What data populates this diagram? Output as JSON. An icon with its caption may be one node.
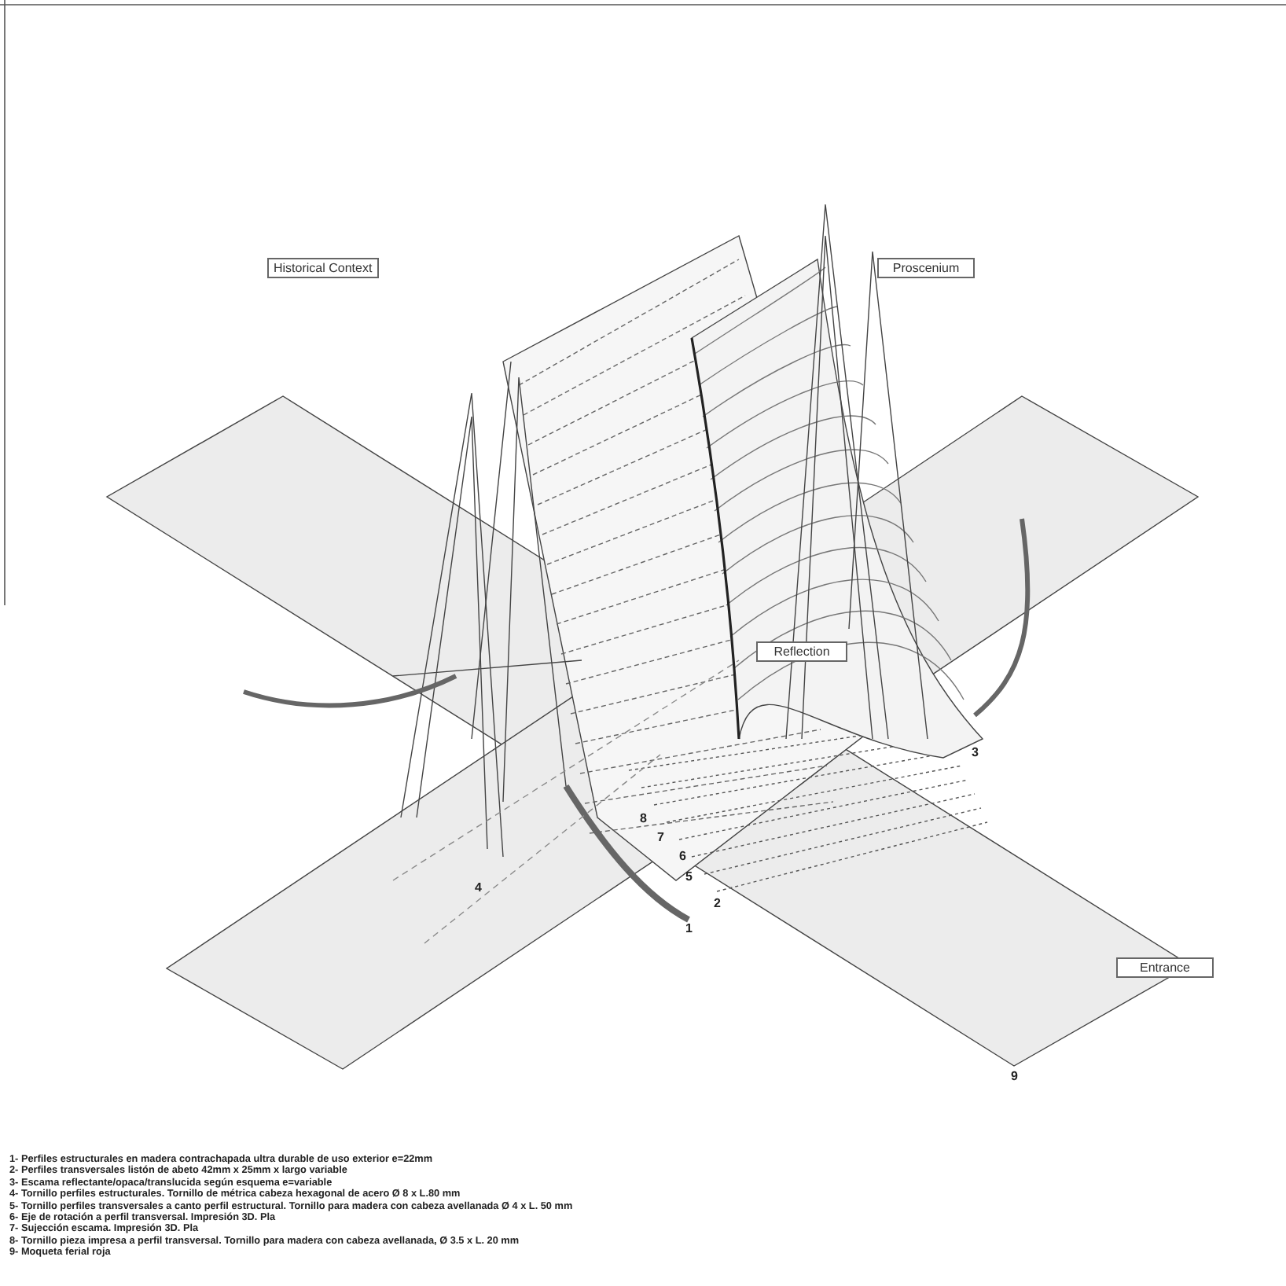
{
  "diagram": {
    "nodes": [
      {
        "text": [
          "Historical Context"
        ]
      },
      {
        "text": [
          "Proscenium"
        ]
      },
      {
        "text": [
          "Reflection"
        ]
      },
      {
        "text": [
          "Entrance"
        ]
      }
    ],
    "labels": [
      "3",
      "8",
      "7",
      "6",
      "5",
      "2",
      "4",
      "1",
      "9",
      "1- Perfiles estructurales en madera contrachapada ultra durable de uso exterior e=22mm",
      "2- Perfiles transversales listón de abeto 42mm x 25mm x largo variable",
      "3- Escama reflectante/opaca/translucida según esquema e=variable",
      "4- Tornillo perfiles estructurales. Tornillo de métrica cabeza hexagonal de acero Ø 8 x L.80 mm",
      "5- Tornillo perfiles transversales a canto perfil estructural. Tornillo para madera con cabeza avellanada Ø 4 x L. 50 mm",
      "6- Eje de rotación a perfil transversal. Impresión 3D. Pla",
      "7- Sujección escama. Impresión 3D. Pla",
      "8- Tornillo pieza impresa a perfil transversal. Tornillo para madera con cabeza avellanada,  Ø 3.5 x L. 20 mm",
      "9- Moqueta ferial roja"
    ]
  }
}
